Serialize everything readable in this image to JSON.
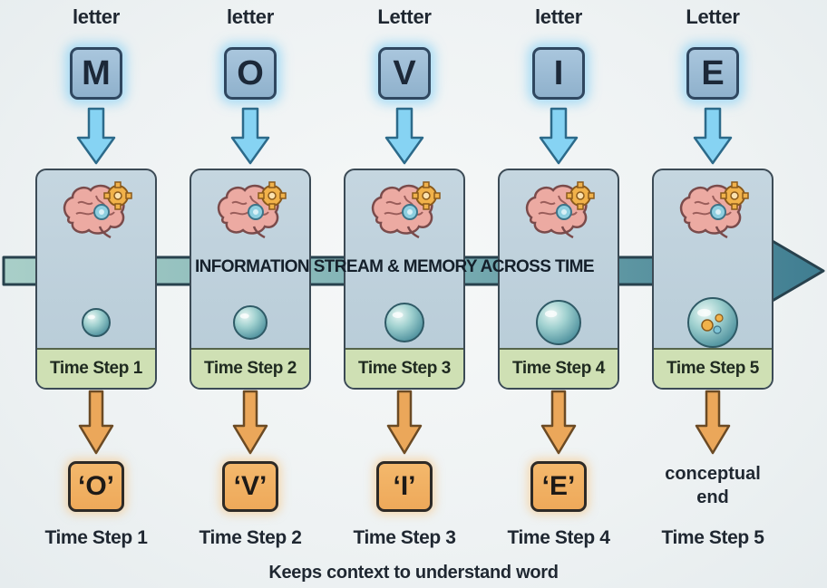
{
  "stream": {
    "label": "INFORMATION STREAM & MEMORY ACROSS TIME"
  },
  "caption": "Keeps context to understand word",
  "steps": [
    {
      "input_word": "letter",
      "letter": "M",
      "cell_label": "Time Step 1",
      "output": "‘O’",
      "step_label": "Time Step 1",
      "memory_level": 1
    },
    {
      "input_word": "letter",
      "letter": "O",
      "cell_label": "Time Step 2",
      "output": "‘V’",
      "step_label": "Time Step 2",
      "memory_level": 2
    },
    {
      "input_word": "Letter",
      "letter": "V",
      "cell_label": "Time Step 3",
      "output": "‘I’",
      "step_label": "Time Step 3",
      "memory_level": 3
    },
    {
      "input_word": "letter",
      "letter": "I",
      "cell_label": "Time Step 4",
      "output": "‘E’",
      "step_label": "Time Step 4",
      "memory_level": 4
    },
    {
      "input_word": "Letter",
      "letter": "E",
      "cell_label": "Time Step 5",
      "output_lines": [
        "conceptual",
        "end"
      ],
      "step_label": "Time Step 5",
      "memory_level": 5
    }
  ],
  "colors": {
    "letter_box": "#8fb1cc",
    "cell": "#b7cbd7",
    "cell_footer": "#cfe0b4",
    "output_box": "#eea95a",
    "blue_arrow": "#7fd0f2",
    "orange_arrow": "#e9a557",
    "stream": "#5f96a4"
  },
  "icons": [
    "brain-gear-icon",
    "memory-orb-icon",
    "down-arrow-icon",
    "right-arrow-icon"
  ]
}
